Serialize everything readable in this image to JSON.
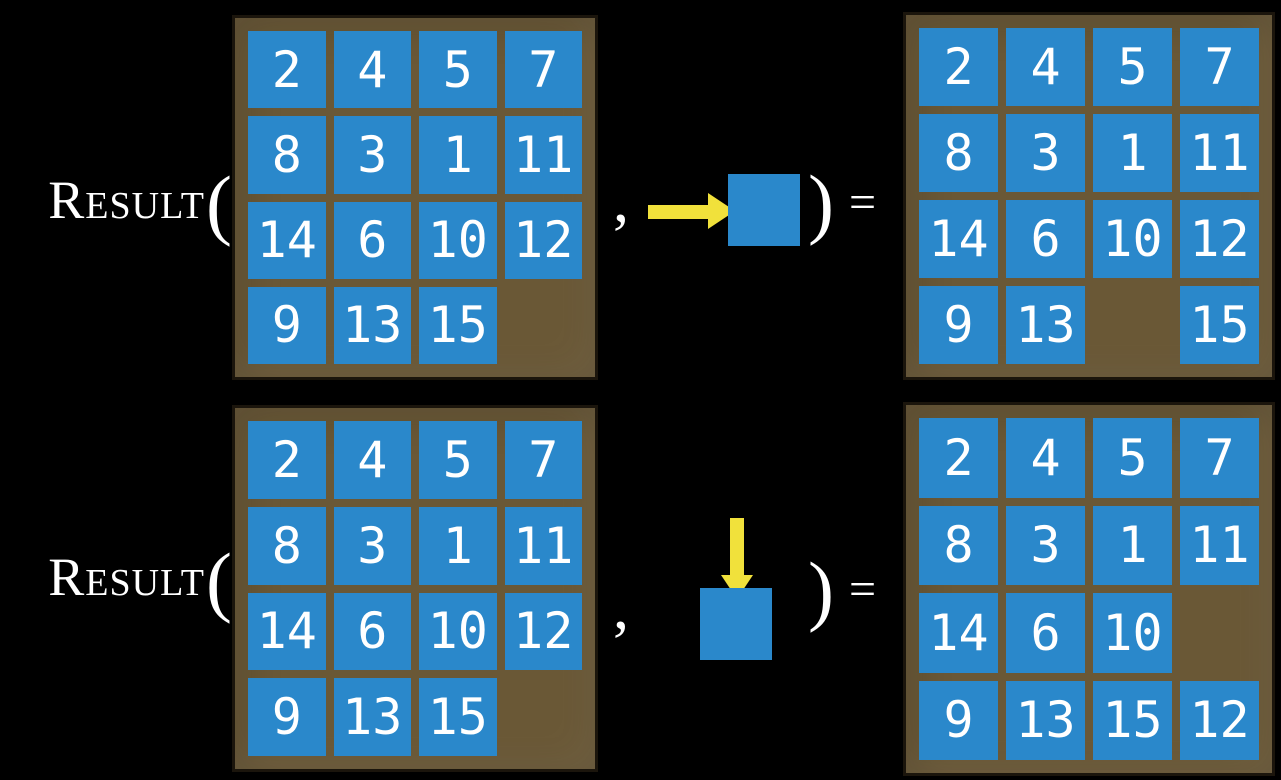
{
  "figure": {
    "function_name": "Result",
    "open_paren": "(",
    "comma": ",",
    "close_paren": ")",
    "equals": "="
  },
  "colors": {
    "background": "#000000",
    "tile_blue": "#2A88CB",
    "frame_brown": "#6A5836",
    "frame_outline": "#1B150C",
    "arrow_yellow": "#F1E13B",
    "text_white": "#FFFFFF"
  },
  "rows": [
    {
      "move_direction": "right",
      "initial_grid": [
        [
          2,
          4,
          5,
          7
        ],
        [
          8,
          3,
          1,
          11
        ],
        [
          14,
          6,
          10,
          12
        ],
        [
          9,
          13,
          15,
          null
        ]
      ],
      "result_grid": [
        [
          2,
          4,
          5,
          7
        ],
        [
          8,
          3,
          1,
          11
        ],
        [
          14,
          6,
          10,
          12
        ],
        [
          9,
          13,
          null,
          15
        ]
      ]
    },
    {
      "move_direction": "down",
      "initial_grid": [
        [
          2,
          4,
          5,
          7
        ],
        [
          8,
          3,
          1,
          11
        ],
        [
          14,
          6,
          10,
          12
        ],
        [
          9,
          13,
          15,
          null
        ]
      ],
      "result_grid": [
        [
          2,
          4,
          5,
          7
        ],
        [
          8,
          3,
          1,
          11
        ],
        [
          14,
          6,
          10,
          null
        ],
        [
          9,
          13,
          15,
          12
        ]
      ]
    }
  ]
}
